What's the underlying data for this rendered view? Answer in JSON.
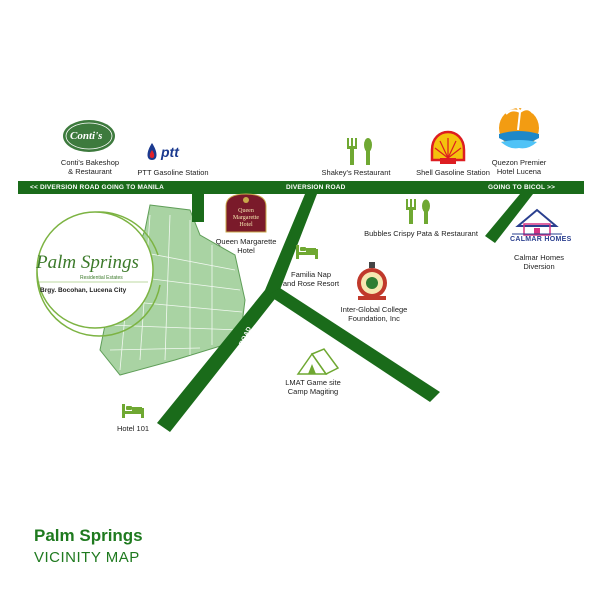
{
  "map": {
    "title": "Palm Springs",
    "subtitle": "VICINITY MAP",
    "colors": {
      "road": "#1a6b1a",
      "accent": "#1f7a1f",
      "estate": "#8fc48a",
      "estate_line": "#5f9e58"
    },
    "roads": {
      "diversion_left": "<< DIVERSION ROAD GOING TO MANILA",
      "diversion_center": "DIVERSION ROAD",
      "diversion_right": "GOING TO BICOL >>",
      "bocohan": "BOCOHAN ROAD"
    },
    "estate": {
      "logo": "Palm Springs",
      "logo_sub": "Residential Estates",
      "barangay": "Brgy. Bocohan, Lucena City"
    },
    "landmarks": {
      "contis": {
        "line1": "Conti's Bakeshop",
        "line2": "& Restaurant",
        "logo": "Conti's",
        "icon": "contis-logo-icon"
      },
      "ptt": {
        "line1": "PTT Gasoline Station",
        "logo": "ptt",
        "icon": "ptt-logo-icon"
      },
      "shakeys": {
        "line1": "Shakey's Restaurant",
        "icon": "fork-spoon-icon"
      },
      "shell": {
        "line1": "Shell Gasoline Station",
        "icon": "shell-logo-icon"
      },
      "quezon": {
        "line1": "Quezon Premier",
        "line2": "Hotel Lucena",
        "icon": "palm-sunset-icon"
      },
      "queen": {
        "line1": "Queen Margarette",
        "line2": "Hotel",
        "logo1": "Queen",
        "logo2": "Margarette",
        "logo3": "Hotel",
        "icon": "queen-margarette-logo-icon"
      },
      "bubbles": {
        "line1": "Bubbles Crispy Pata & Restaurant",
        "icon": "fork-spoon-icon"
      },
      "calmar": {
        "line1": "Calmar Homes",
        "line2": "Diversion",
        "logo": "CALMAR HOMES",
        "icon": "house-icon"
      },
      "familia": {
        "line1": "Familia Nap",
        "line2": "and Rose Resort",
        "icon": "bed-icon"
      },
      "interglobal": {
        "line1": "Inter-Global College",
        "line2": "Foundation, Inc",
        "icon": "college-seal-icon"
      },
      "lmat": {
        "line1": "LMAT Game site",
        "line2": "Camp Magiting",
        "icon": "tent-icon"
      },
      "hotel101": {
        "line1": "Hotel 101",
        "icon": "bed-icon"
      }
    }
  }
}
